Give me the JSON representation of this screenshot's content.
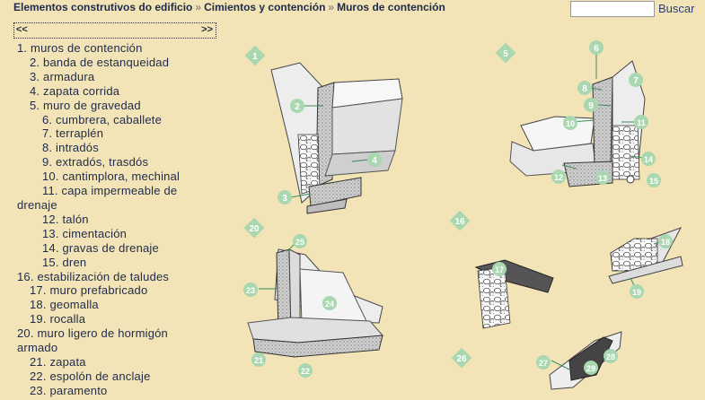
{
  "breadcrumb": {
    "items": [
      "Elementos construtivos do edificio",
      "Cimientos y contención",
      "Muros de contención"
    ],
    "separator": "»"
  },
  "search": {
    "placeholder": "",
    "button_label": "Buscar"
  },
  "pager": {
    "prev": "<<",
    "next": ">>"
  },
  "toc": [
    {
      "text": "1. muros de contención",
      "level": 1
    },
    {
      "text": "2. banda de estanqueidad",
      "level": 2
    },
    {
      "text": "3. armadura",
      "level": 2
    },
    {
      "text": "4. zapata corrida",
      "level": 2
    },
    {
      "text": "5. muro de gravedad",
      "level": 2
    },
    {
      "text": "6. cumbrera, caballete",
      "level": 3
    },
    {
      "text": "7. terraplén",
      "level": 3
    },
    {
      "text": "8. intradós",
      "level": 3
    },
    {
      "text": "9. extradós, trasdós",
      "level": 3
    },
    {
      "text": "10. cantimplora, mechinal",
      "level": 3
    },
    {
      "text": "11. capa impermeable de",
      "level": 3
    },
    {
      "text": "drenaje",
      "level": 1
    },
    {
      "text": "12. talón",
      "level": 3
    },
    {
      "text": "13. cimentación",
      "level": 3
    },
    {
      "text": "14. gravas de drenaje",
      "level": 3
    },
    {
      "text": "15. dren",
      "level": 3
    },
    {
      "text": "16. estabilización de taludes",
      "level": 1
    },
    {
      "text": "17. muro prefabricado",
      "level": 2
    },
    {
      "text": "18. geomalla",
      "level": 2
    },
    {
      "text": "19. rocalla",
      "level": 2
    },
    {
      "text": "20. muro ligero de hormigón",
      "level": 1
    },
    {
      "text": "armado",
      "level": 1
    },
    {
      "text": "21. zapata",
      "level": 2
    },
    {
      "text": "22. espolón de anclaje",
      "level": 2
    },
    {
      "text": "23. paramento",
      "level": 2
    }
  ],
  "illustration": {
    "section_markers": [
      "1",
      "5",
      "20",
      "16",
      "26"
    ],
    "callouts": [
      "2",
      "3",
      "4",
      "6",
      "7",
      "8",
      "9",
      "10",
      "11",
      "12",
      "13",
      "14",
      "15",
      "17",
      "18",
      "19",
      "21",
      "22",
      "23",
      "24",
      "25",
      "27",
      "28",
      "29"
    ],
    "colors": {
      "marker": "#a9d7b0",
      "marker_text": "#ffffff",
      "leader": "#3d8a55",
      "concrete": "#e4e4e4",
      "shadow": "#9a9a9a"
    }
  }
}
